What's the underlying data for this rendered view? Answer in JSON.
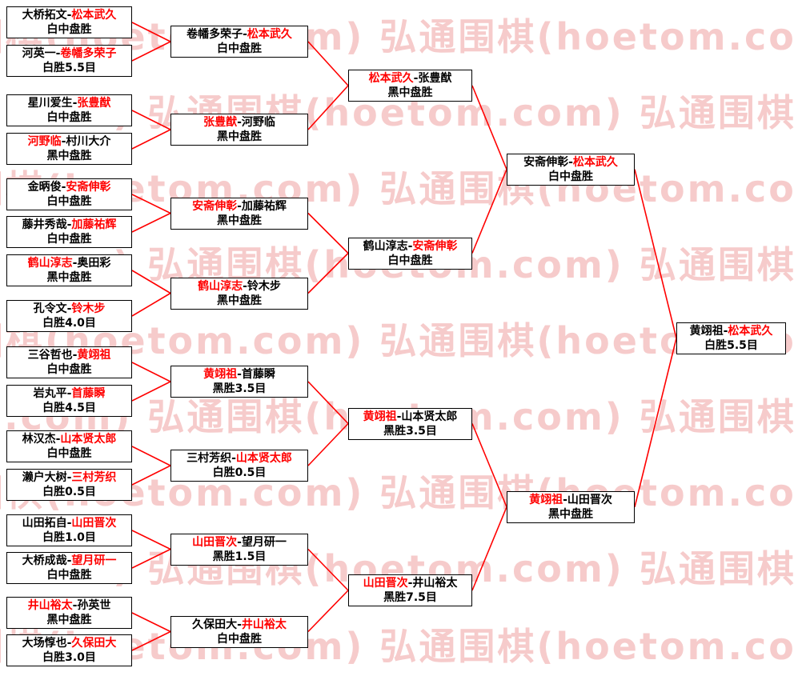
{
  "watermark": {
    "text": "弘通围棋(hoetom.com)"
  },
  "colors": {
    "winner": "#ff0000",
    "line": "#ff0000",
    "border": "#000000",
    "watermark": "rgba(238,160,160,0.55)"
  },
  "bracket": {
    "rounds": [
      {
        "name": "round-1",
        "matches": [
          {
            "players": [
              "大桥拓文",
              "松本武久"
            ],
            "winner": 1,
            "result": "白中盘胜"
          },
          {
            "players": [
              "河英一",
              "卷幡多荣子"
            ],
            "winner": 1,
            "result": "白胜5.5目"
          },
          {
            "players": [
              "星川爱生",
              "张豊猷"
            ],
            "winner": 1,
            "result": "白中盘胜"
          },
          {
            "players": [
              "河野临",
              "村川大介"
            ],
            "winner": 0,
            "result": "黑中盘胜"
          },
          {
            "players": [
              "金昞俊",
              "安斋伸彰"
            ],
            "winner": 1,
            "result": "白中盘胜"
          },
          {
            "players": [
              "藤井秀哉",
              "加藤祐辉"
            ],
            "winner": 1,
            "result": "白中盘胜"
          },
          {
            "players": [
              "鹤山淳志",
              "奥田彩"
            ],
            "winner": 0,
            "result": "黑中盘胜"
          },
          {
            "players": [
              "孔令文",
              "铃木步"
            ],
            "winner": 1,
            "result": "白胜4.0目"
          },
          {
            "players": [
              "三谷哲也",
              "黄翊祖"
            ],
            "winner": 1,
            "result": "白中盘胜"
          },
          {
            "players": [
              "岩丸平",
              "首藤瞬"
            ],
            "winner": 1,
            "result": "白胜4.5目"
          },
          {
            "players": [
              "林汉杰",
              "山本贤太郎"
            ],
            "winner": 1,
            "result": "白中盘胜"
          },
          {
            "players": [
              "濑户大树",
              "三村芳织"
            ],
            "winner": 1,
            "result": "白胜0.5目"
          },
          {
            "players": [
              "山田拓自",
              "山田晋次"
            ],
            "winner": 1,
            "result": "白胜1.0目"
          },
          {
            "players": [
              "大桥成哉",
              "望月研一"
            ],
            "winner": 1,
            "result": "白中盘胜"
          },
          {
            "players": [
              "井山裕太",
              "孙英世"
            ],
            "winner": 0,
            "result": "黑中盘胜"
          },
          {
            "players": [
              "大场惇也",
              "久保田大"
            ],
            "winner": 1,
            "result": "白胜3.0目"
          }
        ]
      },
      {
        "name": "round-2",
        "matches": [
          {
            "players": [
              "卷幡多荣子",
              "松本武久"
            ],
            "winner": 1,
            "result": "白中盘胜"
          },
          {
            "players": [
              "张豊猷",
              "河野临"
            ],
            "winner": 0,
            "result": "黑中盘胜"
          },
          {
            "players": [
              "安斋伸彰",
              "加藤祐辉"
            ],
            "winner": 0,
            "result": "黑中盘胜"
          },
          {
            "players": [
              "鹤山淳志",
              "铃木步"
            ],
            "winner": 0,
            "result": "黑中盘胜"
          },
          {
            "players": [
              "黄翊祖",
              "首藤瞬"
            ],
            "winner": 0,
            "result": "黑胜3.5目"
          },
          {
            "players": [
              "三村芳织",
              "山本贤太郎"
            ],
            "winner": 1,
            "result": "白胜0.5目"
          },
          {
            "players": [
              "山田晋次",
              "望月研一"
            ],
            "winner": 0,
            "result": "黑胜1.5目"
          },
          {
            "players": [
              "久保田大",
              "井山裕太"
            ],
            "winner": 1,
            "result": "白中盘胜"
          }
        ]
      },
      {
        "name": "quarterfinals",
        "matches": [
          {
            "players": [
              "松本武久",
              "张豊猷"
            ],
            "winner": 0,
            "result": "黑中盘胜"
          },
          {
            "players": [
              "鹤山淳志",
              "安斋伸彰"
            ],
            "winner": 1,
            "result": "白中盘胜"
          },
          {
            "players": [
              "黄翊祖",
              "山本贤太郎"
            ],
            "winner": 0,
            "result": "黑胜3.5目"
          },
          {
            "players": [
              "山田晋次",
              "井山裕太"
            ],
            "winner": 0,
            "result": "黑胜7.5目"
          }
        ]
      },
      {
        "name": "semifinals",
        "matches": [
          {
            "players": [
              "安斋伸彰",
              "松本武久"
            ],
            "winner": 1,
            "result": "白中盘胜"
          },
          {
            "players": [
              "黄翊祖",
              "山田晋次"
            ],
            "winner": 0,
            "result": "黑中盘胜"
          }
        ]
      },
      {
        "name": "final",
        "matches": [
          {
            "players": [
              "黄翊祖",
              "松本武久"
            ],
            "winner": 1,
            "result": "白胜5.5目"
          }
        ]
      }
    ]
  }
}
